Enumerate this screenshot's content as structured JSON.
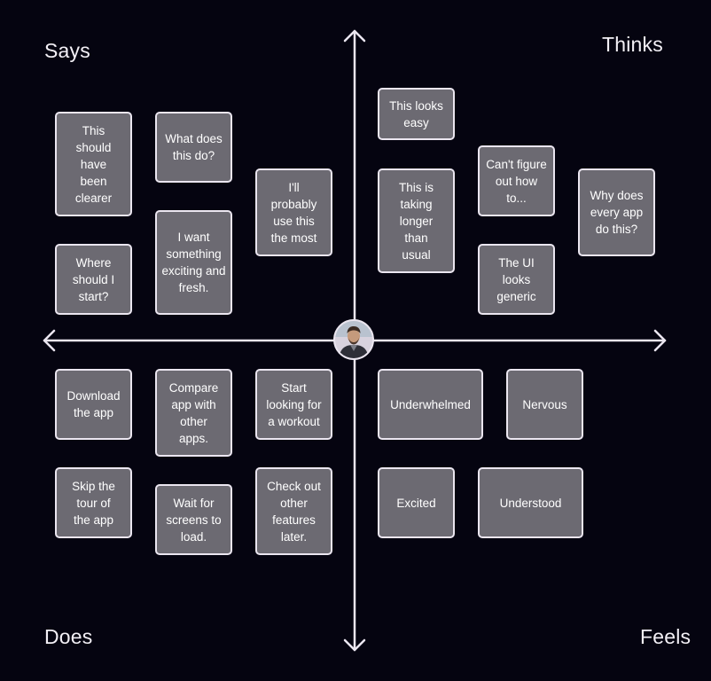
{
  "quadrants": {
    "says": "Says",
    "thinks": "Thinks",
    "does": "Does",
    "feels": "Feels"
  },
  "center": {
    "icon": "user-avatar-icon"
  },
  "colors": {
    "background": "#050410",
    "axis": "#ebe6f0",
    "note_fill": "#6c6a72",
    "note_border": "#ebe6f0"
  },
  "notes": {
    "says": [
      "This should have been clearer",
      "What does this do?",
      "I'll probably use this the most",
      "Where should I start?",
      "I want something exciting and fresh."
    ],
    "thinks": [
      "This looks easy",
      "This is taking longer than usual",
      "Can't figure out how to...",
      "Why does every app do this?",
      "The UI looks generic"
    ],
    "does": [
      "Download the app",
      "Compare app with other apps.",
      "Start looking for a workout",
      "Skip the tour of the app",
      "Wait for screens to load.",
      "Check out other features later."
    ],
    "feels": [
      "Underwhelmed",
      "Nervous",
      "Excited",
      "Understood"
    ]
  }
}
